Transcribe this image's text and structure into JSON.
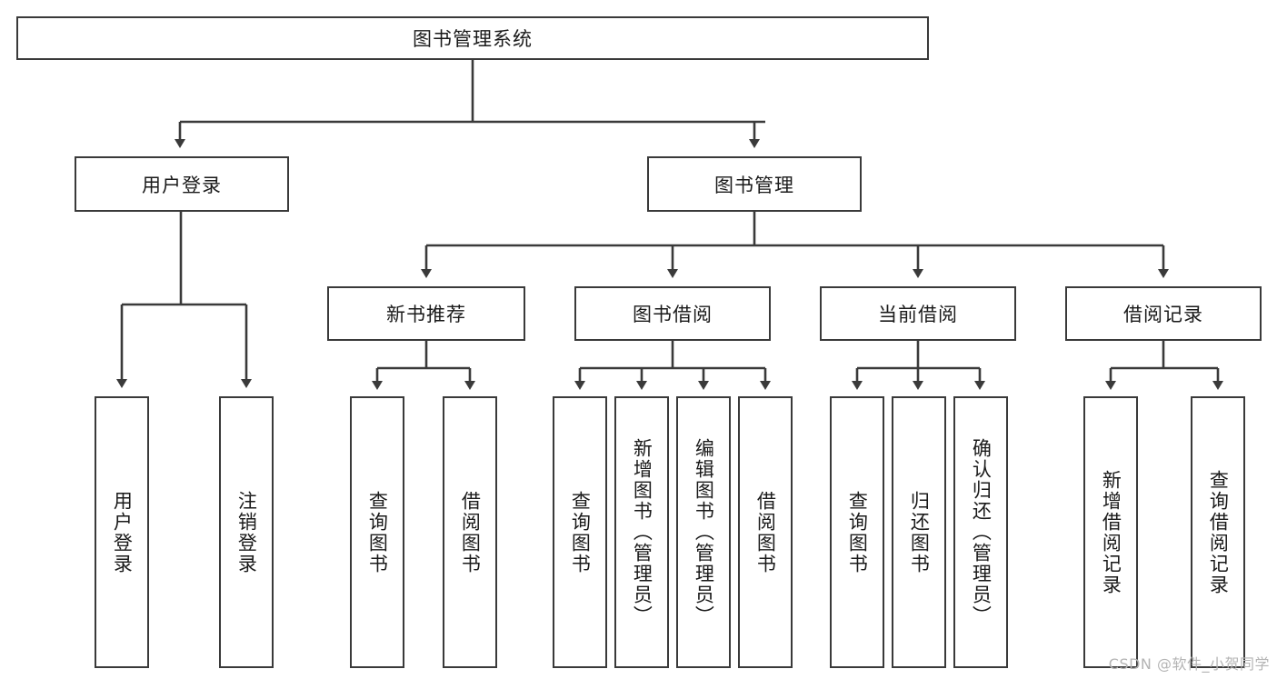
{
  "diagram": {
    "title_node": {
      "label": "图书管理系统"
    },
    "level2": [
      {
        "id": "user-login",
        "label": "用户登录"
      },
      {
        "id": "book-manage",
        "label": "图书管理"
      }
    ],
    "level3": [
      {
        "id": "new-book-recommend",
        "label": "新书推荐"
      },
      {
        "id": "book-borrow",
        "label": "图书借阅"
      },
      {
        "id": "current-borrow",
        "label": "当前借阅"
      },
      {
        "id": "borrow-record",
        "label": "借阅记录"
      }
    ],
    "leaves": {
      "user_login": [
        {
          "id": "leaf-user-login",
          "label": "用户登录"
        },
        {
          "id": "leaf-logout-login",
          "label": "注销登录"
        }
      ],
      "new_book_recommend": [
        {
          "id": "leaf-query-book-1",
          "label": "查询图书"
        },
        {
          "id": "leaf-borrow-book-1",
          "label": "借阅图书"
        }
      ],
      "book_borrow": [
        {
          "id": "leaf-query-book-2",
          "label": "查询图书"
        },
        {
          "id": "leaf-add-book",
          "label": "新增图书（管理员）"
        },
        {
          "id": "leaf-edit-book",
          "label": "编辑图书（管理员）"
        },
        {
          "id": "leaf-borrow-book-2",
          "label": "借阅图书"
        }
      ],
      "current_borrow": [
        {
          "id": "leaf-query-book-3",
          "label": "查询图书"
        },
        {
          "id": "leaf-return-book",
          "label": "归还图书"
        },
        {
          "id": "leaf-confirm-return",
          "label": "确认归还（管理员）"
        }
      ],
      "borrow_record": [
        {
          "id": "leaf-add-record",
          "label": "新增借阅记录"
        },
        {
          "id": "leaf-query-record",
          "label": "查询借阅记录"
        }
      ]
    }
  },
  "watermark": {
    "text": "CSDN @软件_小贺同学"
  },
  "colors": {
    "stroke": "#3a3a3a",
    "fill": "#ffffff",
    "text": "#1a1a1a",
    "watermark": "#b4b4b4"
  }
}
